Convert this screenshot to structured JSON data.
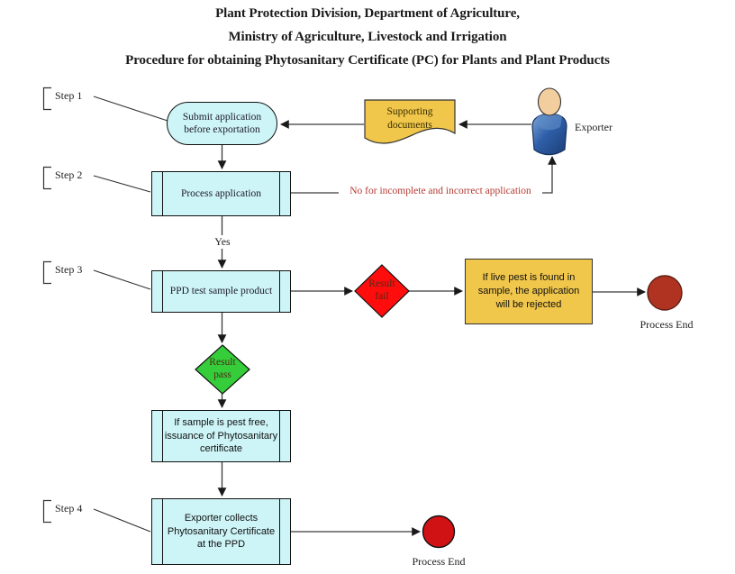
{
  "title": {
    "line1": "Plant Protection Division, Department of Agriculture,",
    "line2": "Ministry of Agriculture, Livestock and Irrigation",
    "line3": "Procedure for obtaining Phytosanitary Certificate (PC) for Plants and Plant Products"
  },
  "steps": [
    {
      "label": "Step 1"
    },
    {
      "label": "Step 2"
    },
    {
      "label": "Step 3"
    },
    {
      "label": "Step 4"
    }
  ],
  "nodes": {
    "submit_application": "Submit application before exportation",
    "supporting_documents": "Supporting documents",
    "exporter": "Exporter",
    "process_application": "Process application",
    "ppd_test": "PPD test sample product",
    "result_fail": "Result fail",
    "rejection_note": "If live pest is found in sample, the application will be rejected",
    "process_end_1": "Process End",
    "result_pass": "Result pass",
    "issue_certificate": "If sample is pest free, issuance of Phytosanitary certificate",
    "collect_certificate": "Exporter collects Phytosanitary Certificate at the PPD",
    "process_end_2": "Process End"
  },
  "edges": {
    "no_label": "No for incomplete and incorrect application",
    "yes_label": "Yes"
  },
  "colors": {
    "process_fill": "#CDF4F6",
    "document_fill": "#F0C64B",
    "fail_fill": "#FF0D0D",
    "pass_fill": "#35CE3A",
    "end_dark_fill": "#B03321",
    "end_bright_fill": "#D01214",
    "no_text": "#B53B33"
  }
}
